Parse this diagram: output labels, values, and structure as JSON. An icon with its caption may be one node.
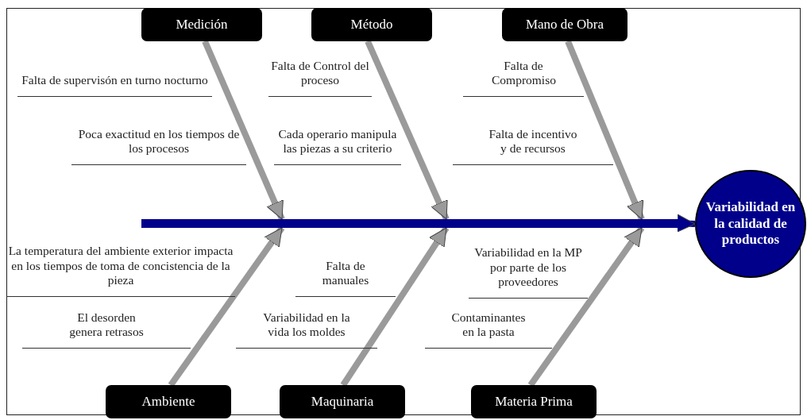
{
  "diagram": {
    "nodes": [
      {
        "text": [
          "Medición"
        ]
      },
      {
        "text": [
          "Método"
        ]
      },
      {
        "text": [
          "Mano de Obra"
        ]
      },
      {
        "text": [],
        "shape": "bar"
      },
      {
        "text": [
          "Variabilidad en la calidad de productos"
        ]
      },
      {
        "text": [
          "Ambiente"
        ]
      },
      {
        "text": [
          "Maquinaria"
        ]
      },
      {
        "text": [
          "Materia Prima"
        ]
      }
    ],
    "edges": [
      {
        "from": 0,
        "to": 3,
        "arrow": "to"
      },
      {
        "from": 1,
        "to": 3,
        "arrow": "to"
      },
      {
        "from": 2,
        "to": 3,
        "arrow": "to"
      },
      {
        "from": 5,
        "to": 3,
        "arrow": "to"
      },
      {
        "from": 6,
        "to": 3,
        "arrow": "to"
      },
      {
        "from": 7,
        "to": 3,
        "arrow": "to"
      },
      {
        "from": 3,
        "to": 4,
        "arrow": "to",
        "color": "#00008b"
      }
    ],
    "labels": [
      "Falta de supervisón en turno nocturno",
      "Falta de Control del proceso",
      "Falta de Compromiso",
      "Poca exactitud en los tiempos de los procesos",
      "Cada operario manipula las piezas a su criterio",
      "Falta de incentivo y de recursos",
      "La temperatura del ambiente exterior impacta en los tiempos de toma de concistencia de la pieza",
      "Falta de manuales",
      "Variabilidad en la MP por parte de los proveedores",
      "El desorden genera retrasos",
      "Variabilidad en la vida los moldes",
      "Contaminantes en la pasta"
    ]
  }
}
